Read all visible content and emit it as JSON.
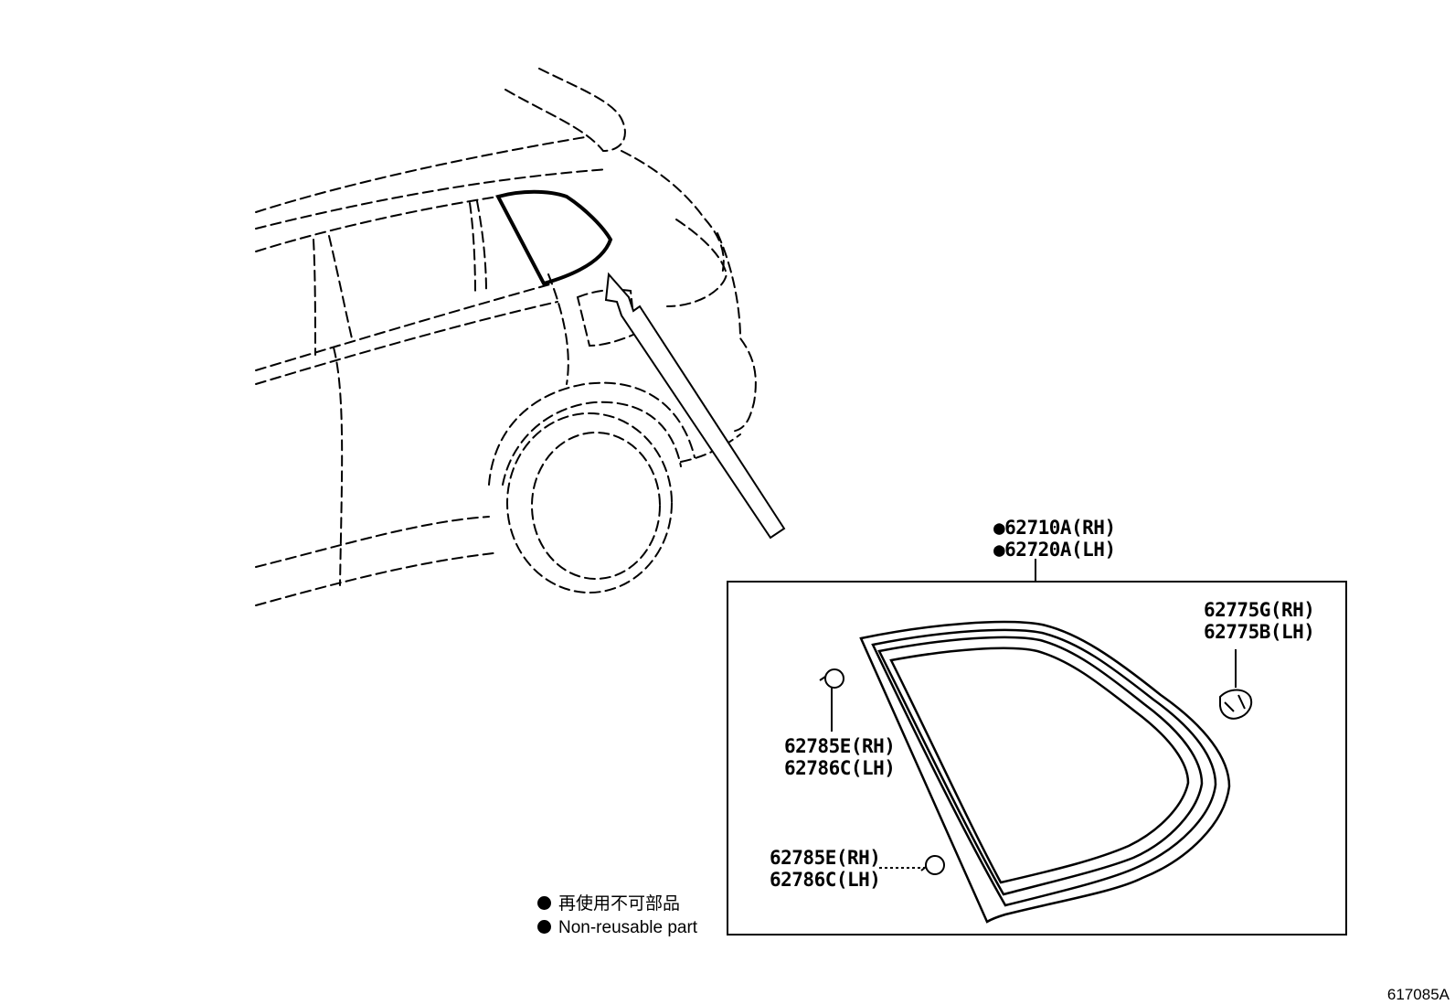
{
  "diagram": {
    "parts": {
      "glass_assembly": {
        "rh": "62710A(RH)",
        "lh": "62720A(LH)",
        "marker": "●"
      },
      "clip_top": {
        "rh": "62775G(RH)",
        "lh": "62775B(LH)"
      },
      "fastener_mid": {
        "rh": "62785E(RH)",
        "lh": "62786C(LH)"
      },
      "fastener_low": {
        "rh": "62785E(RH)",
        "lh": "62786C(LH)"
      }
    },
    "legend": {
      "jp": "再使用不可部品",
      "en": "Non-reusable part"
    },
    "reference_number": "617085A"
  }
}
